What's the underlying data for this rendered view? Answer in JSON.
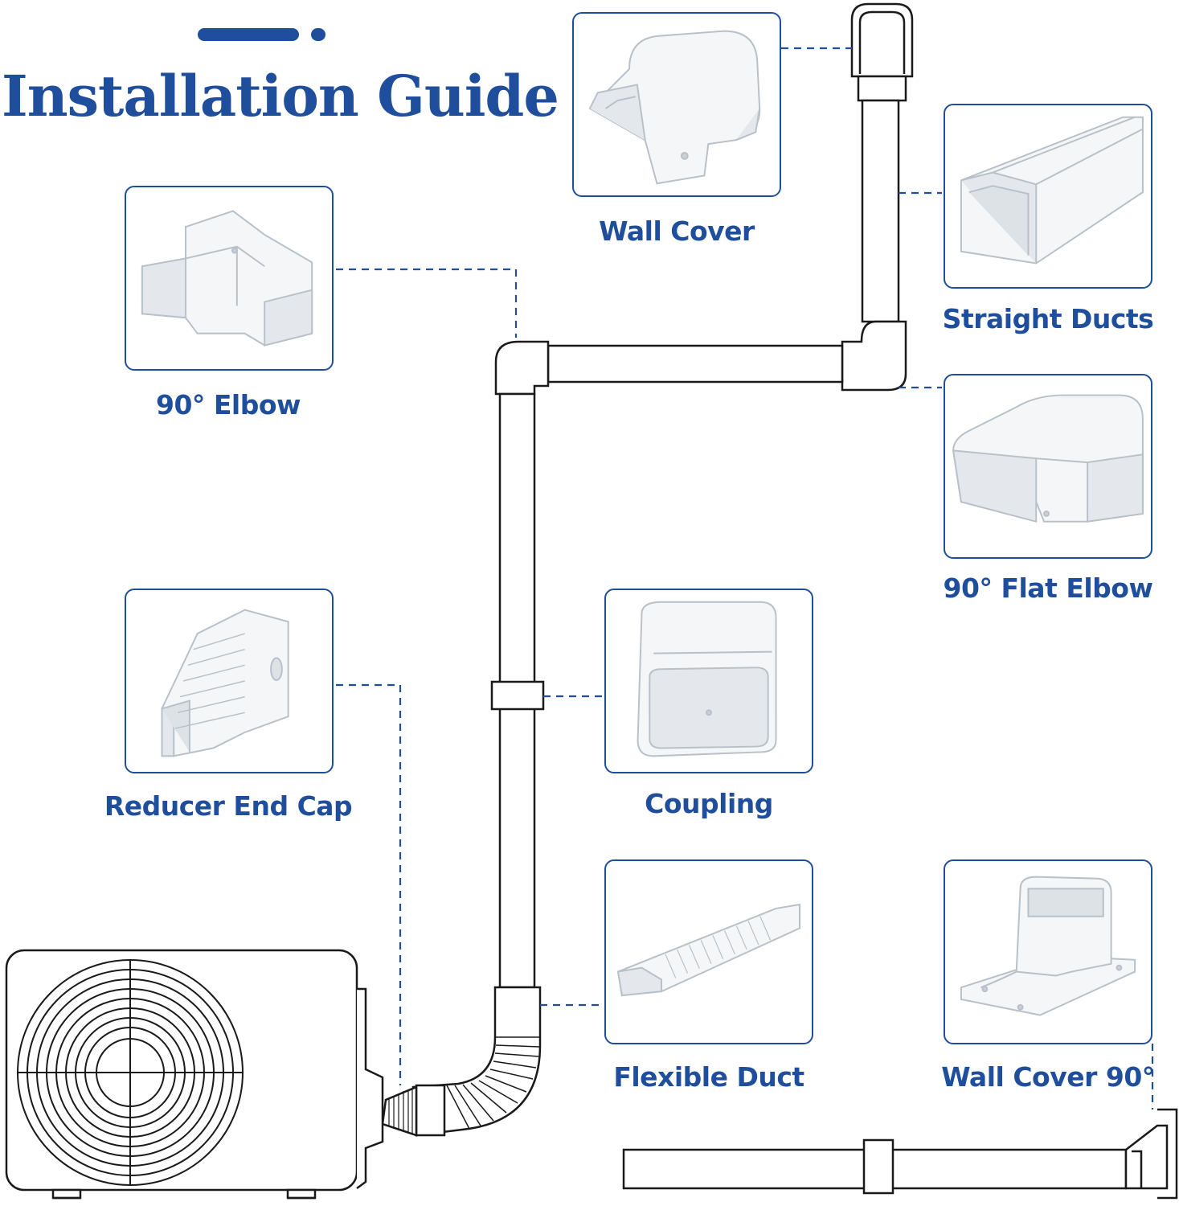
{
  "colors": {
    "accent": "#1f4f9c",
    "line": "#1a1a1a",
    "part_fill": "#f4f6f8",
    "part_edge": "#b8c0c8"
  },
  "title": "Installation Guide",
  "parts": [
    {
      "id": "wall-cover",
      "label": "Wall Cover",
      "icon": "wall-cover-icon"
    },
    {
      "id": "straight-ducts",
      "label": "Straight Ducts",
      "icon": "straight-duct-icon"
    },
    {
      "id": "elbow-90",
      "label": "90° Elbow",
      "icon": "elbow-90-icon"
    },
    {
      "id": "flat-elbow-90",
      "label": "90° Flat Elbow",
      "icon": "flat-elbow-90-icon"
    },
    {
      "id": "reducer-end-cap",
      "label": "Reducer End Cap",
      "icon": "reducer-end-cap-icon"
    },
    {
      "id": "coupling",
      "label": "Coupling",
      "icon": "coupling-icon"
    },
    {
      "id": "flexible-duct",
      "label": "Flexible Duct",
      "icon": "flexible-duct-icon"
    },
    {
      "id": "wall-cover-90",
      "label": "Wall Cover 90°",
      "icon": "wall-cover-90-icon"
    }
  ]
}
